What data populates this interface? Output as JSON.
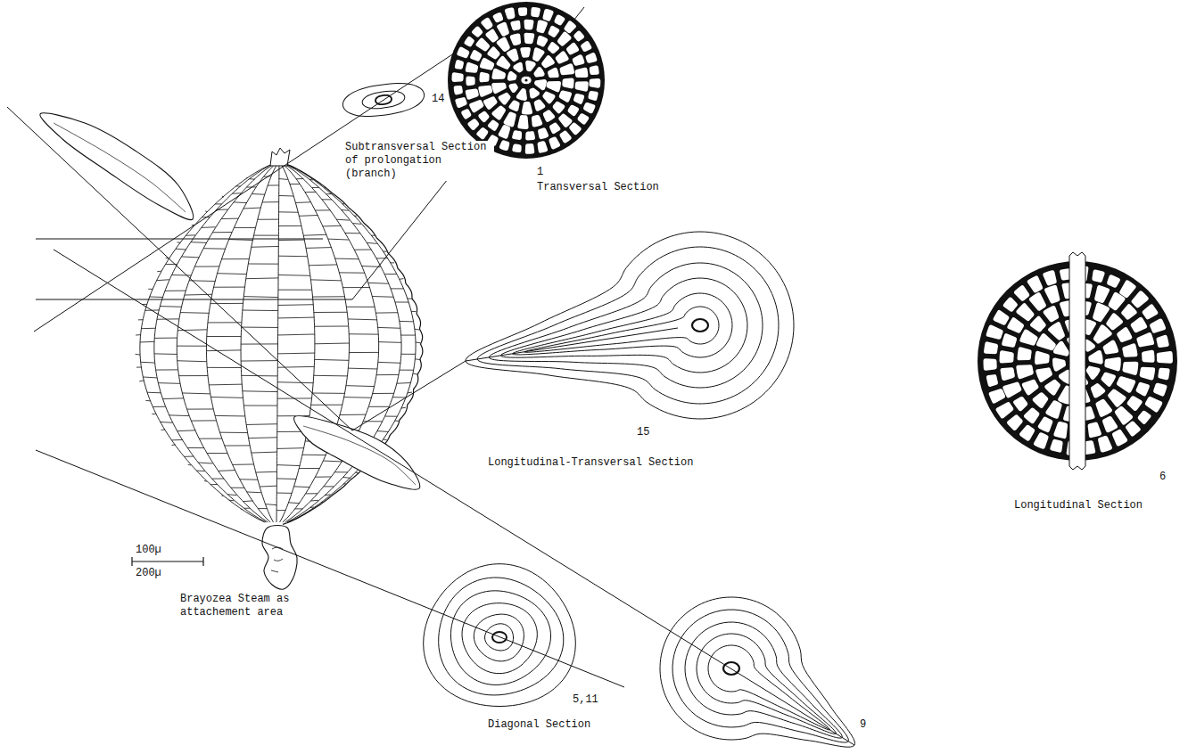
{
  "diagram": {
    "labels": [
      "14",
      "Subtransversal Section of prolongation (branch)",
      "1",
      "Transversal Section",
      "15",
      "Longitudinal-Transversal Section",
      "6",
      "Longitudinal Section",
      "100µ",
      "200µ",
      "Brayozea Steam as attachement area",
      "5,11",
      "Diagonal Section",
      "9"
    ]
  }
}
